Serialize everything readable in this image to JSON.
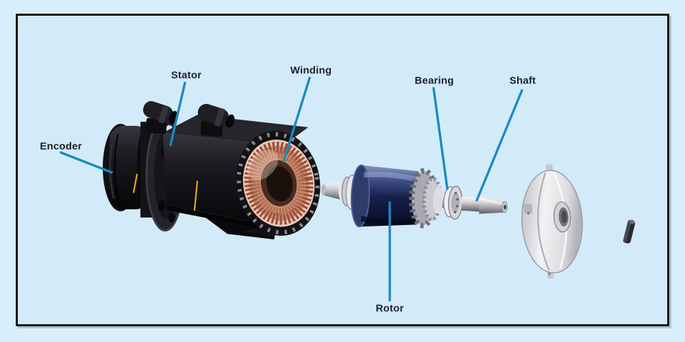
{
  "page": {
    "background_color": "#d8eefb",
    "frame_background_color": "#d3eaf9",
    "frame_border_color": "#0c0c0c",
    "description": "Exploded-view diagram of an electric servo motor with labeled parts"
  },
  "colors": {
    "leader_line": "#1989c2",
    "label_text": "#1b2127",
    "motor_black": "#121216",
    "copper_winding": "#a85540",
    "rotor_navy": "#1c2850",
    "metal_silver": "#d9d9de",
    "marker_yellow": "#e8a91c"
  },
  "diagram": {
    "labels": [
      {
        "id": "encoder",
        "text": "Encoder"
      },
      {
        "id": "stator",
        "text": "Stator"
      },
      {
        "id": "winding",
        "text": "Winding"
      },
      {
        "id": "bearing",
        "text": "Bearing"
      },
      {
        "id": "shaft",
        "text": "Shaft"
      },
      {
        "id": "rotor",
        "text": "Rotor"
      }
    ]
  }
}
